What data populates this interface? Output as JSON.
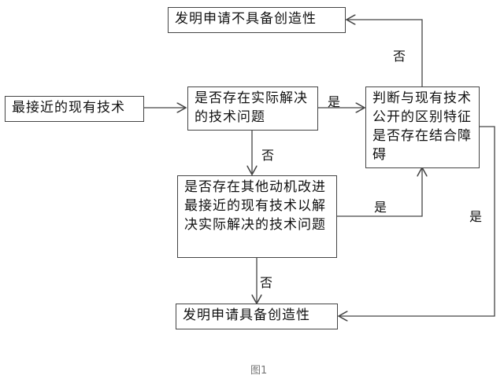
{
  "nodes": {
    "not_inventive": "发明申请不具备创造性",
    "closest_prior_art": "最接近的现有技术",
    "actual_problem": "是否存在实际解决的技术问题",
    "combination_obstacle": "判断与现有技术公开的区别特征是否存在结合障碍",
    "other_motivation": "是否存在其他动机改进最接近的现有技术以解决实际解决的技术问题",
    "inventive": "发明申请具备创造性"
  },
  "edge_labels": {
    "problem_yes": "是",
    "problem_no": "否",
    "obstacle_no": "否",
    "obstacle_yes": "是",
    "motivation_yes": "是",
    "motivation_no": "否"
  },
  "caption": "图1"
}
